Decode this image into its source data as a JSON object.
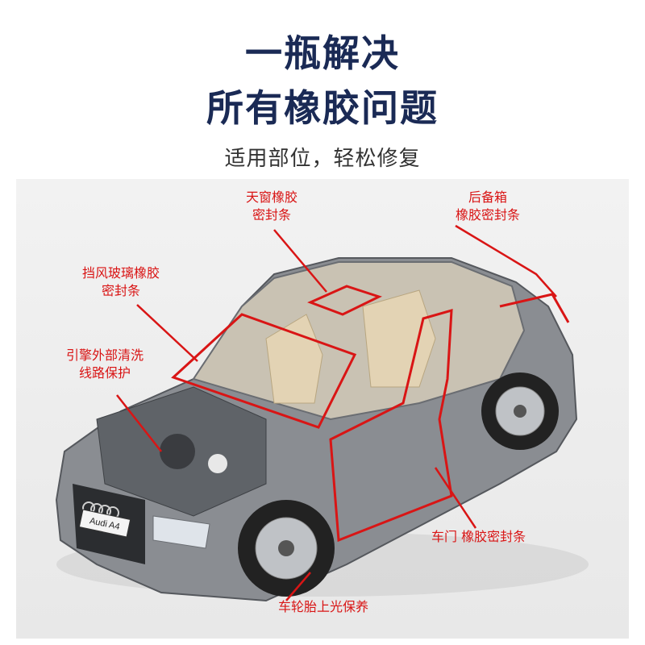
{
  "header": {
    "line1": "一瓶解决",
    "line2": "所有橡胶问题",
    "subtitle": "适用部位，轻松修复"
  },
  "callouts": {
    "sunroof": [
      "天窗橡胶",
      "密封条"
    ],
    "trunk": [
      "后备箱",
      "橡胶密封条"
    ],
    "windshield": [
      "挡风玻璃橡胶",
      "密封条"
    ],
    "engine": [
      "引擎外部清洗",
      "线路保护"
    ],
    "door": [
      "车门 橡胶密封条"
    ],
    "tire": [
      "车轮胎上光保养"
    ]
  },
  "car": {
    "plate": "Audi A4",
    "body_color": "#8a8d92",
    "accent_color": "#d91515"
  }
}
